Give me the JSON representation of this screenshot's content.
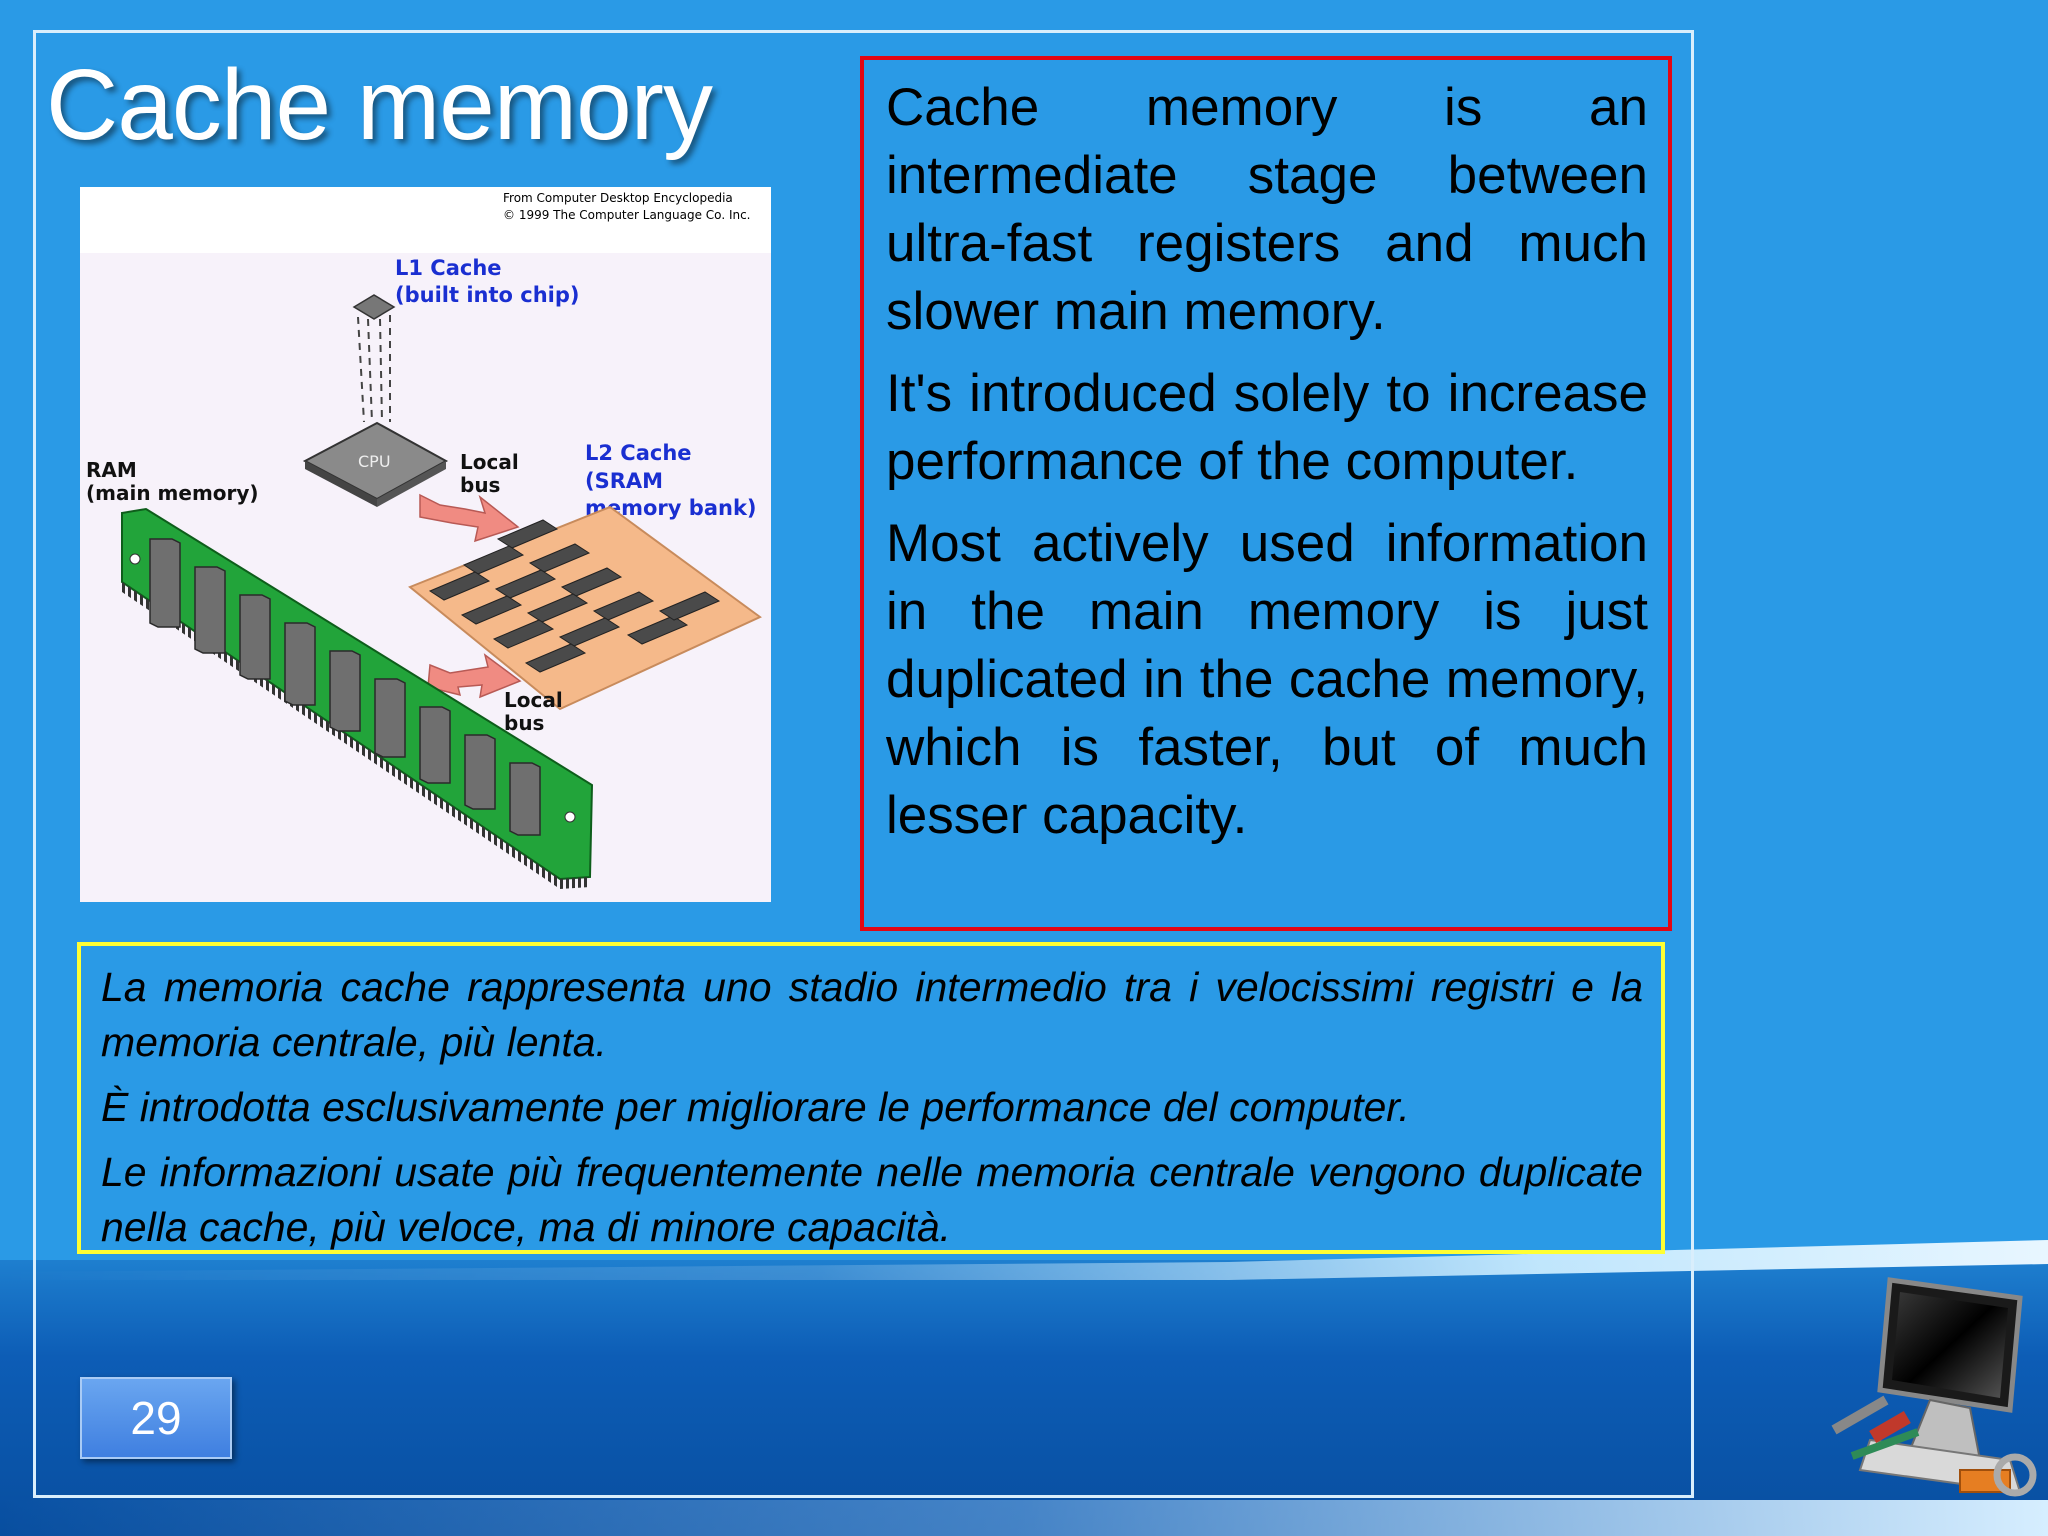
{
  "slide": {
    "title": "Cache memory",
    "page_number": "29"
  },
  "diagram": {
    "credit_line1": "From Computer Desktop Encyclopedia",
    "credit_line2": "© 1999 The Computer Language Co. Inc.",
    "l1_label": "L1 Cache",
    "l1_sub": "(built into chip)",
    "cpu_label": "CPU",
    "local_bus_1a": "Local",
    "local_bus_1b": "bus",
    "l2_label_1": "L2 Cache",
    "l2_label_2": "(SRAM",
    "l2_label_3": "memory bank)",
    "ram_label_1": "RAM",
    "ram_label_2": "(main memory)",
    "local_bus_2a": "Local",
    "local_bus_2b": "bus"
  },
  "english": {
    "p1": "Cache memory is an intermediate stage between ultra-fast registers and much slower main memory.",
    "p2": "It's introduced solely to increase performance of the computer.",
    "p3": "Most actively used information in the main memory is just duplicated in the cache memory, which is faster, but of much lesser capacity."
  },
  "italian": {
    "p1": "La memoria cache rappresenta uno stadio intermedio tra i velocissimi registri e la memoria centrale, più lenta.",
    "p2": "È introdotta esclusivamente per migliorare le performance del computer.",
    "p3": "Le informazioni usate più frequentemente nelle memoria centrale vengono duplicate nella cache, più veloce, ma di minore capacità."
  },
  "colors": {
    "background": "#2a9ae6",
    "english_border": "#e30613",
    "italian_border": "#ffff33"
  },
  "icons": [
    "computer-tools-logo-icon"
  ]
}
